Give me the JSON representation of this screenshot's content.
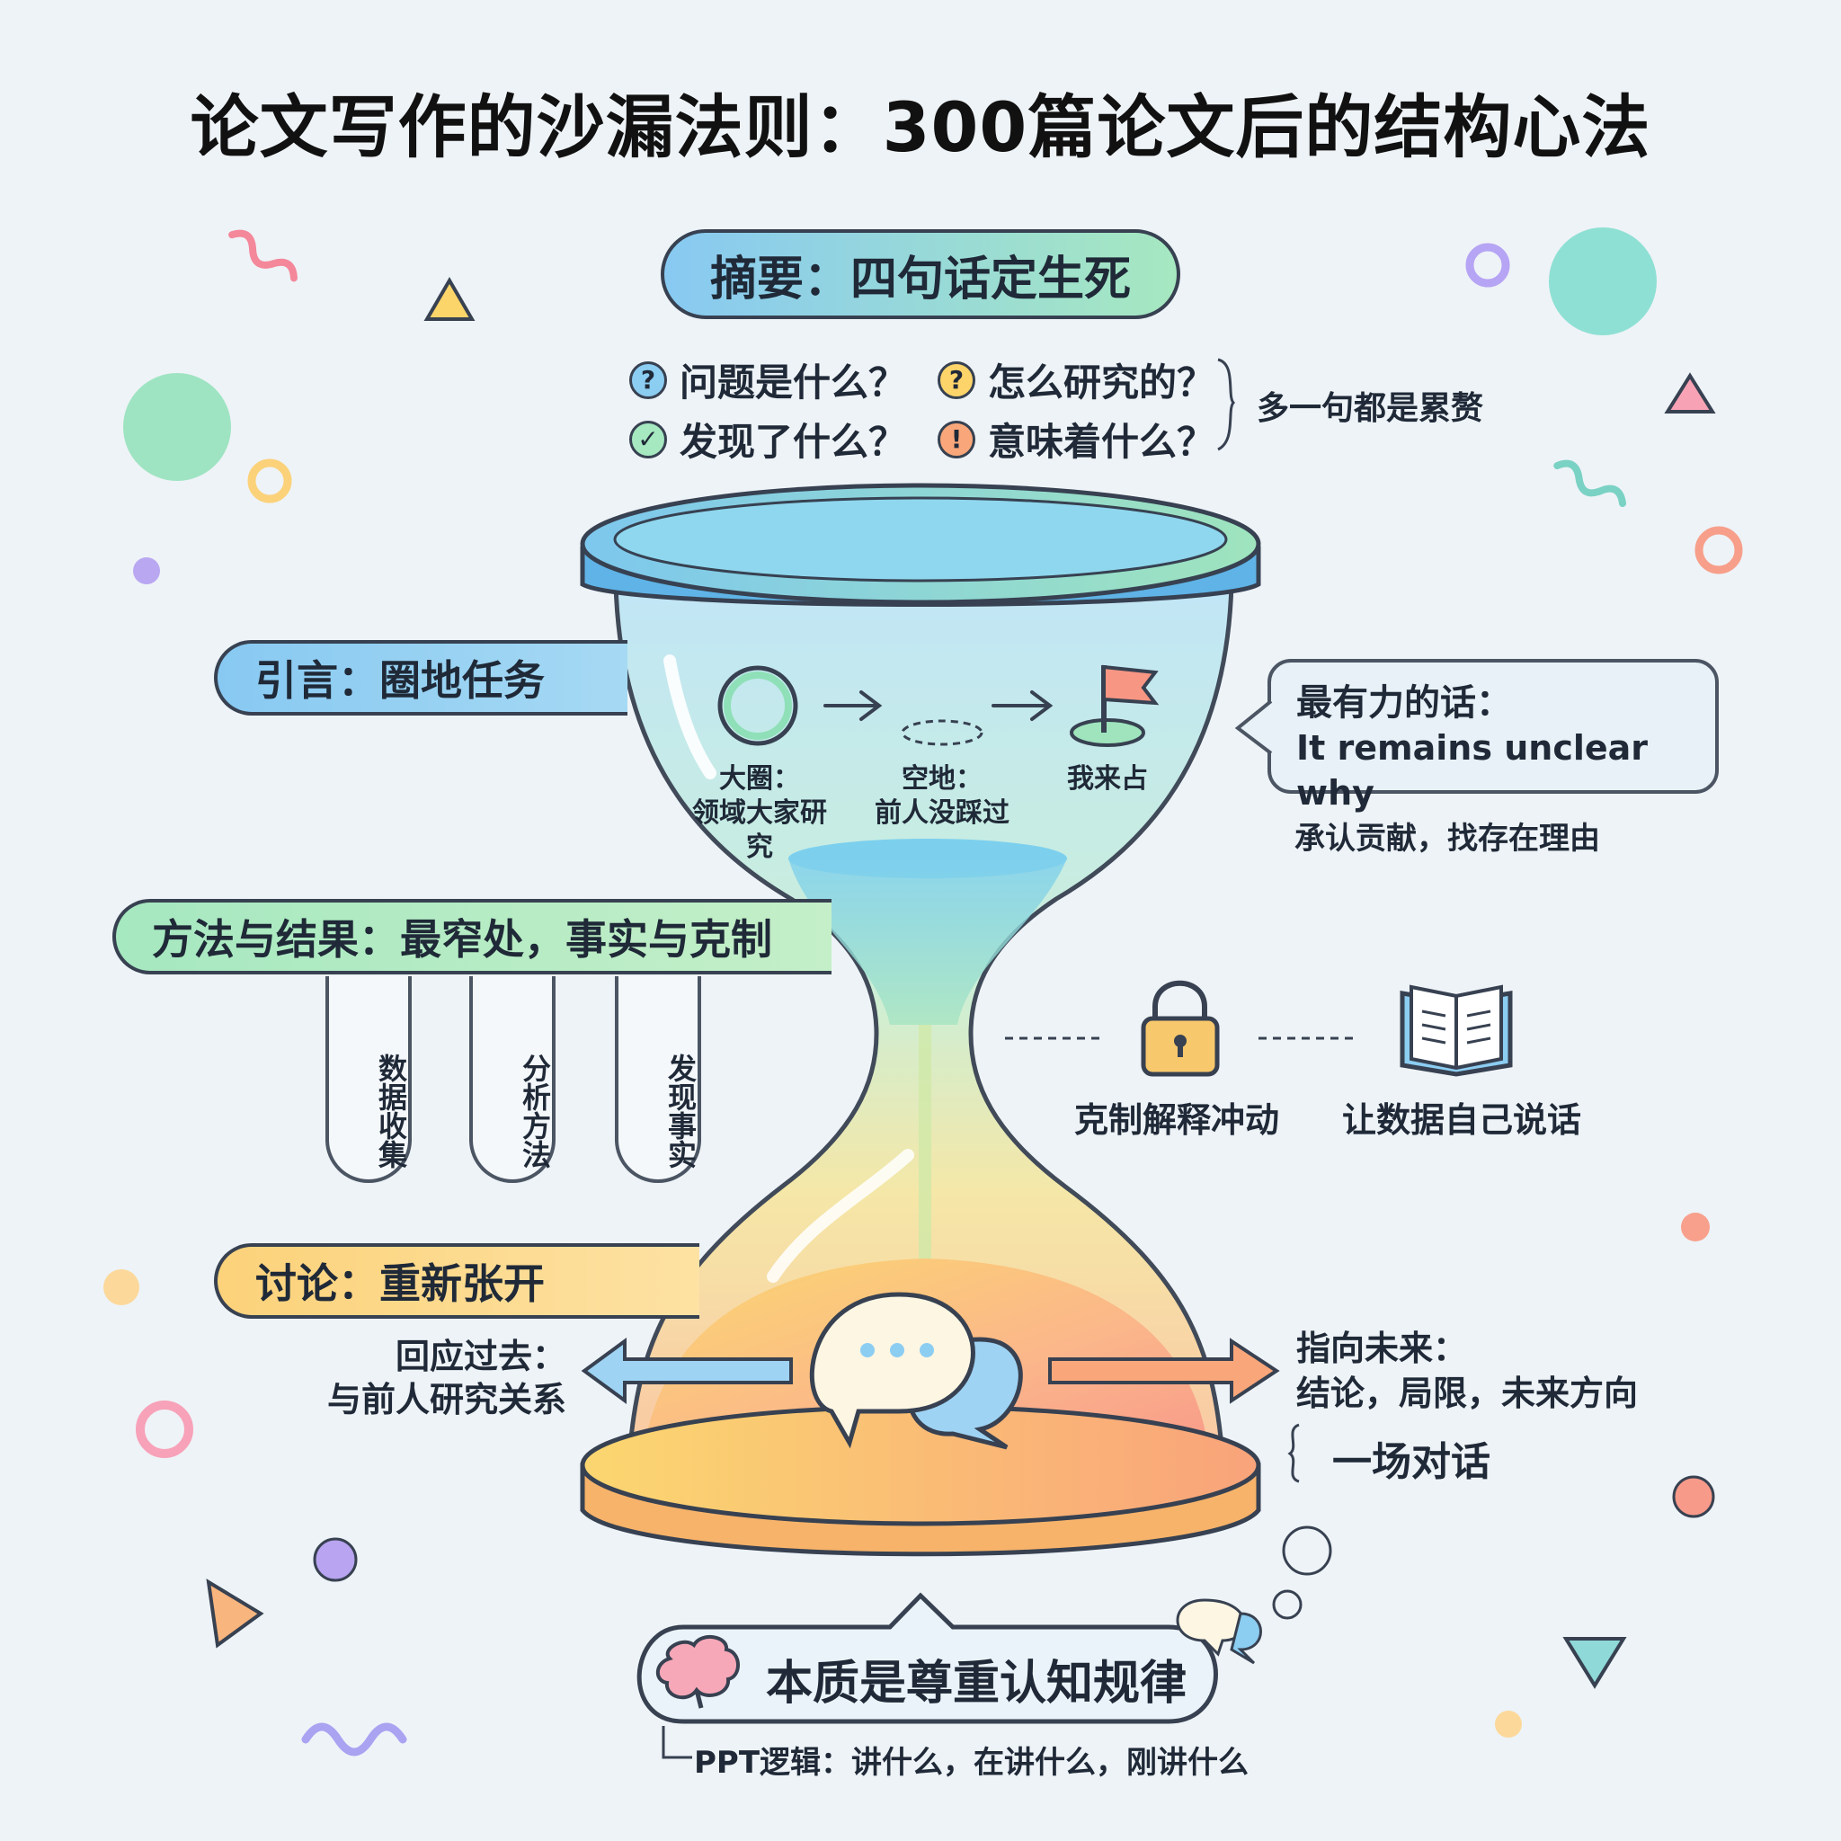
{
  "title": "论文写作的沙漏法则：300篇论文后的结构心法",
  "abstract": {
    "header": "摘要：四句话定生死",
    "questions": [
      {
        "icon": "?",
        "text": "问题是什么？"
      },
      {
        "icon": "?",
        "text": "怎么研究的？"
      },
      {
        "icon": "✓",
        "text": "发现了什么？"
      },
      {
        "icon": "!",
        "text": "意味着什么？"
      }
    ],
    "note": "多一句都是累赘"
  },
  "intro": {
    "header": "引言：圈地任务",
    "steps": [
      {
        "line1": "大圈：",
        "line2": "领域大家研究"
      },
      {
        "line1": "空地：",
        "line2": "前人没踩过"
      },
      {
        "line1": "我来占",
        "line2": ""
      }
    ],
    "card_title": "最有力的话：",
    "card_quote": "It remains unclear why",
    "card_note": "承认贡献，找存在理由"
  },
  "methods": {
    "header": "方法与结果：最窄处，事实与克制",
    "items": [
      "数据收集",
      "分析方法",
      "发现事实"
    ],
    "side": [
      "克制解释冲动",
      "让数据自己说话"
    ]
  },
  "discussion": {
    "header": "讨论：重新张开",
    "left_line1": "回应过去：",
    "left_line2": "与前人研究关系",
    "right_line1": "指向未来：",
    "right_line2": "结论，局限，未来方向",
    "right_note": "一场对话"
  },
  "essence": {
    "title": "本质是尊重认知规律",
    "ppt": "PPT逻辑：讲什么，在讲什么，刚讲什么"
  },
  "colors": {
    "blue": "#8cc8ee",
    "green": "#9be3b6",
    "yellow": "#fbd985",
    "orange": "#f9a77a",
    "outline": "#374151"
  }
}
